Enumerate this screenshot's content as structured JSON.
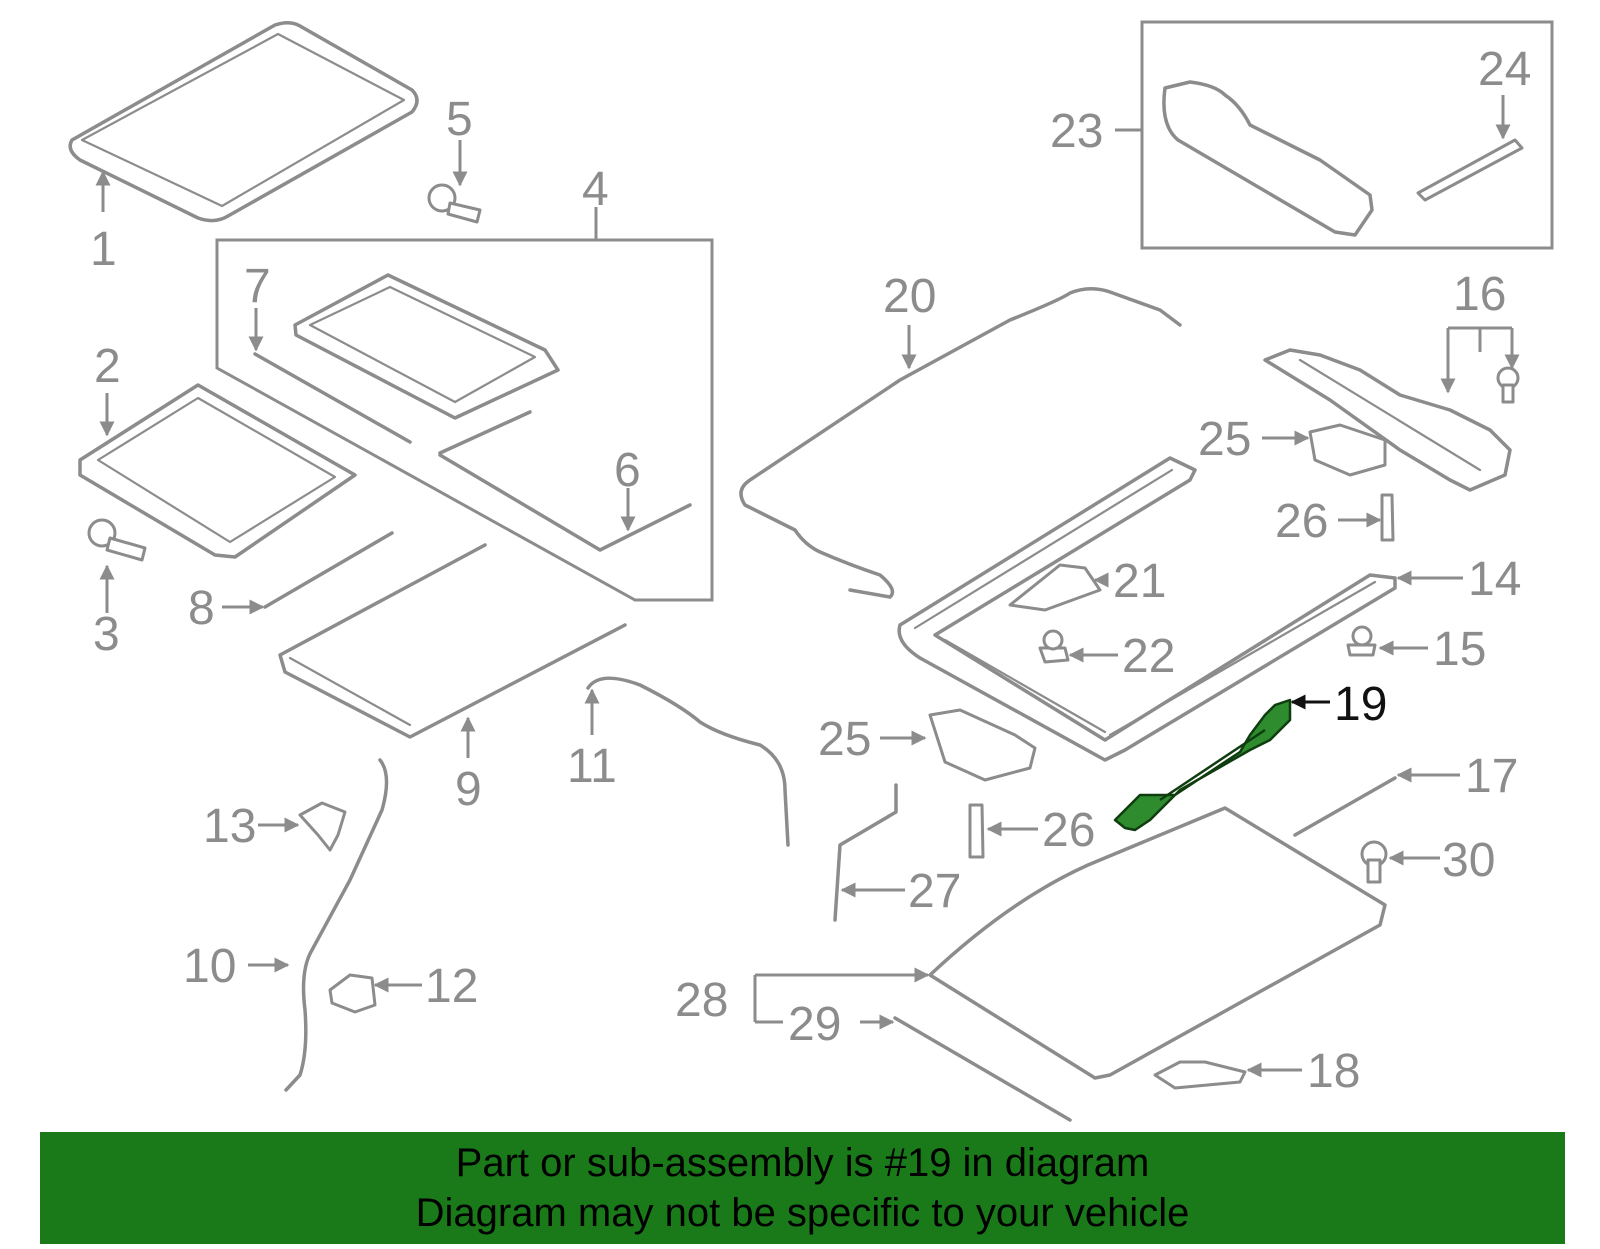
{
  "colors": {
    "line": "#8c8c8c",
    "highlight_fill": "#2e8b2e",
    "highlight_stroke": "#0f3d0f",
    "callout_highlight": "#111111",
    "banner_bg": "#1a7a1a",
    "banner_text": "#000000"
  },
  "highlighted_part": "19",
  "callouts": [
    "1",
    "2",
    "3",
    "4",
    "5",
    "6",
    "7",
    "8",
    "9",
    "10",
    "11",
    "12",
    "13",
    "14",
    "15",
    "16",
    "17",
    "18",
    "19",
    "20",
    "21",
    "22",
    "23",
    "24",
    "25",
    "25",
    "26",
    "26",
    "27",
    "28",
    "29",
    "30"
  ],
  "banner": {
    "line1": "Part or sub-assembly is #19 in diagram",
    "line2": "Diagram may not be specific to your vehicle"
  }
}
